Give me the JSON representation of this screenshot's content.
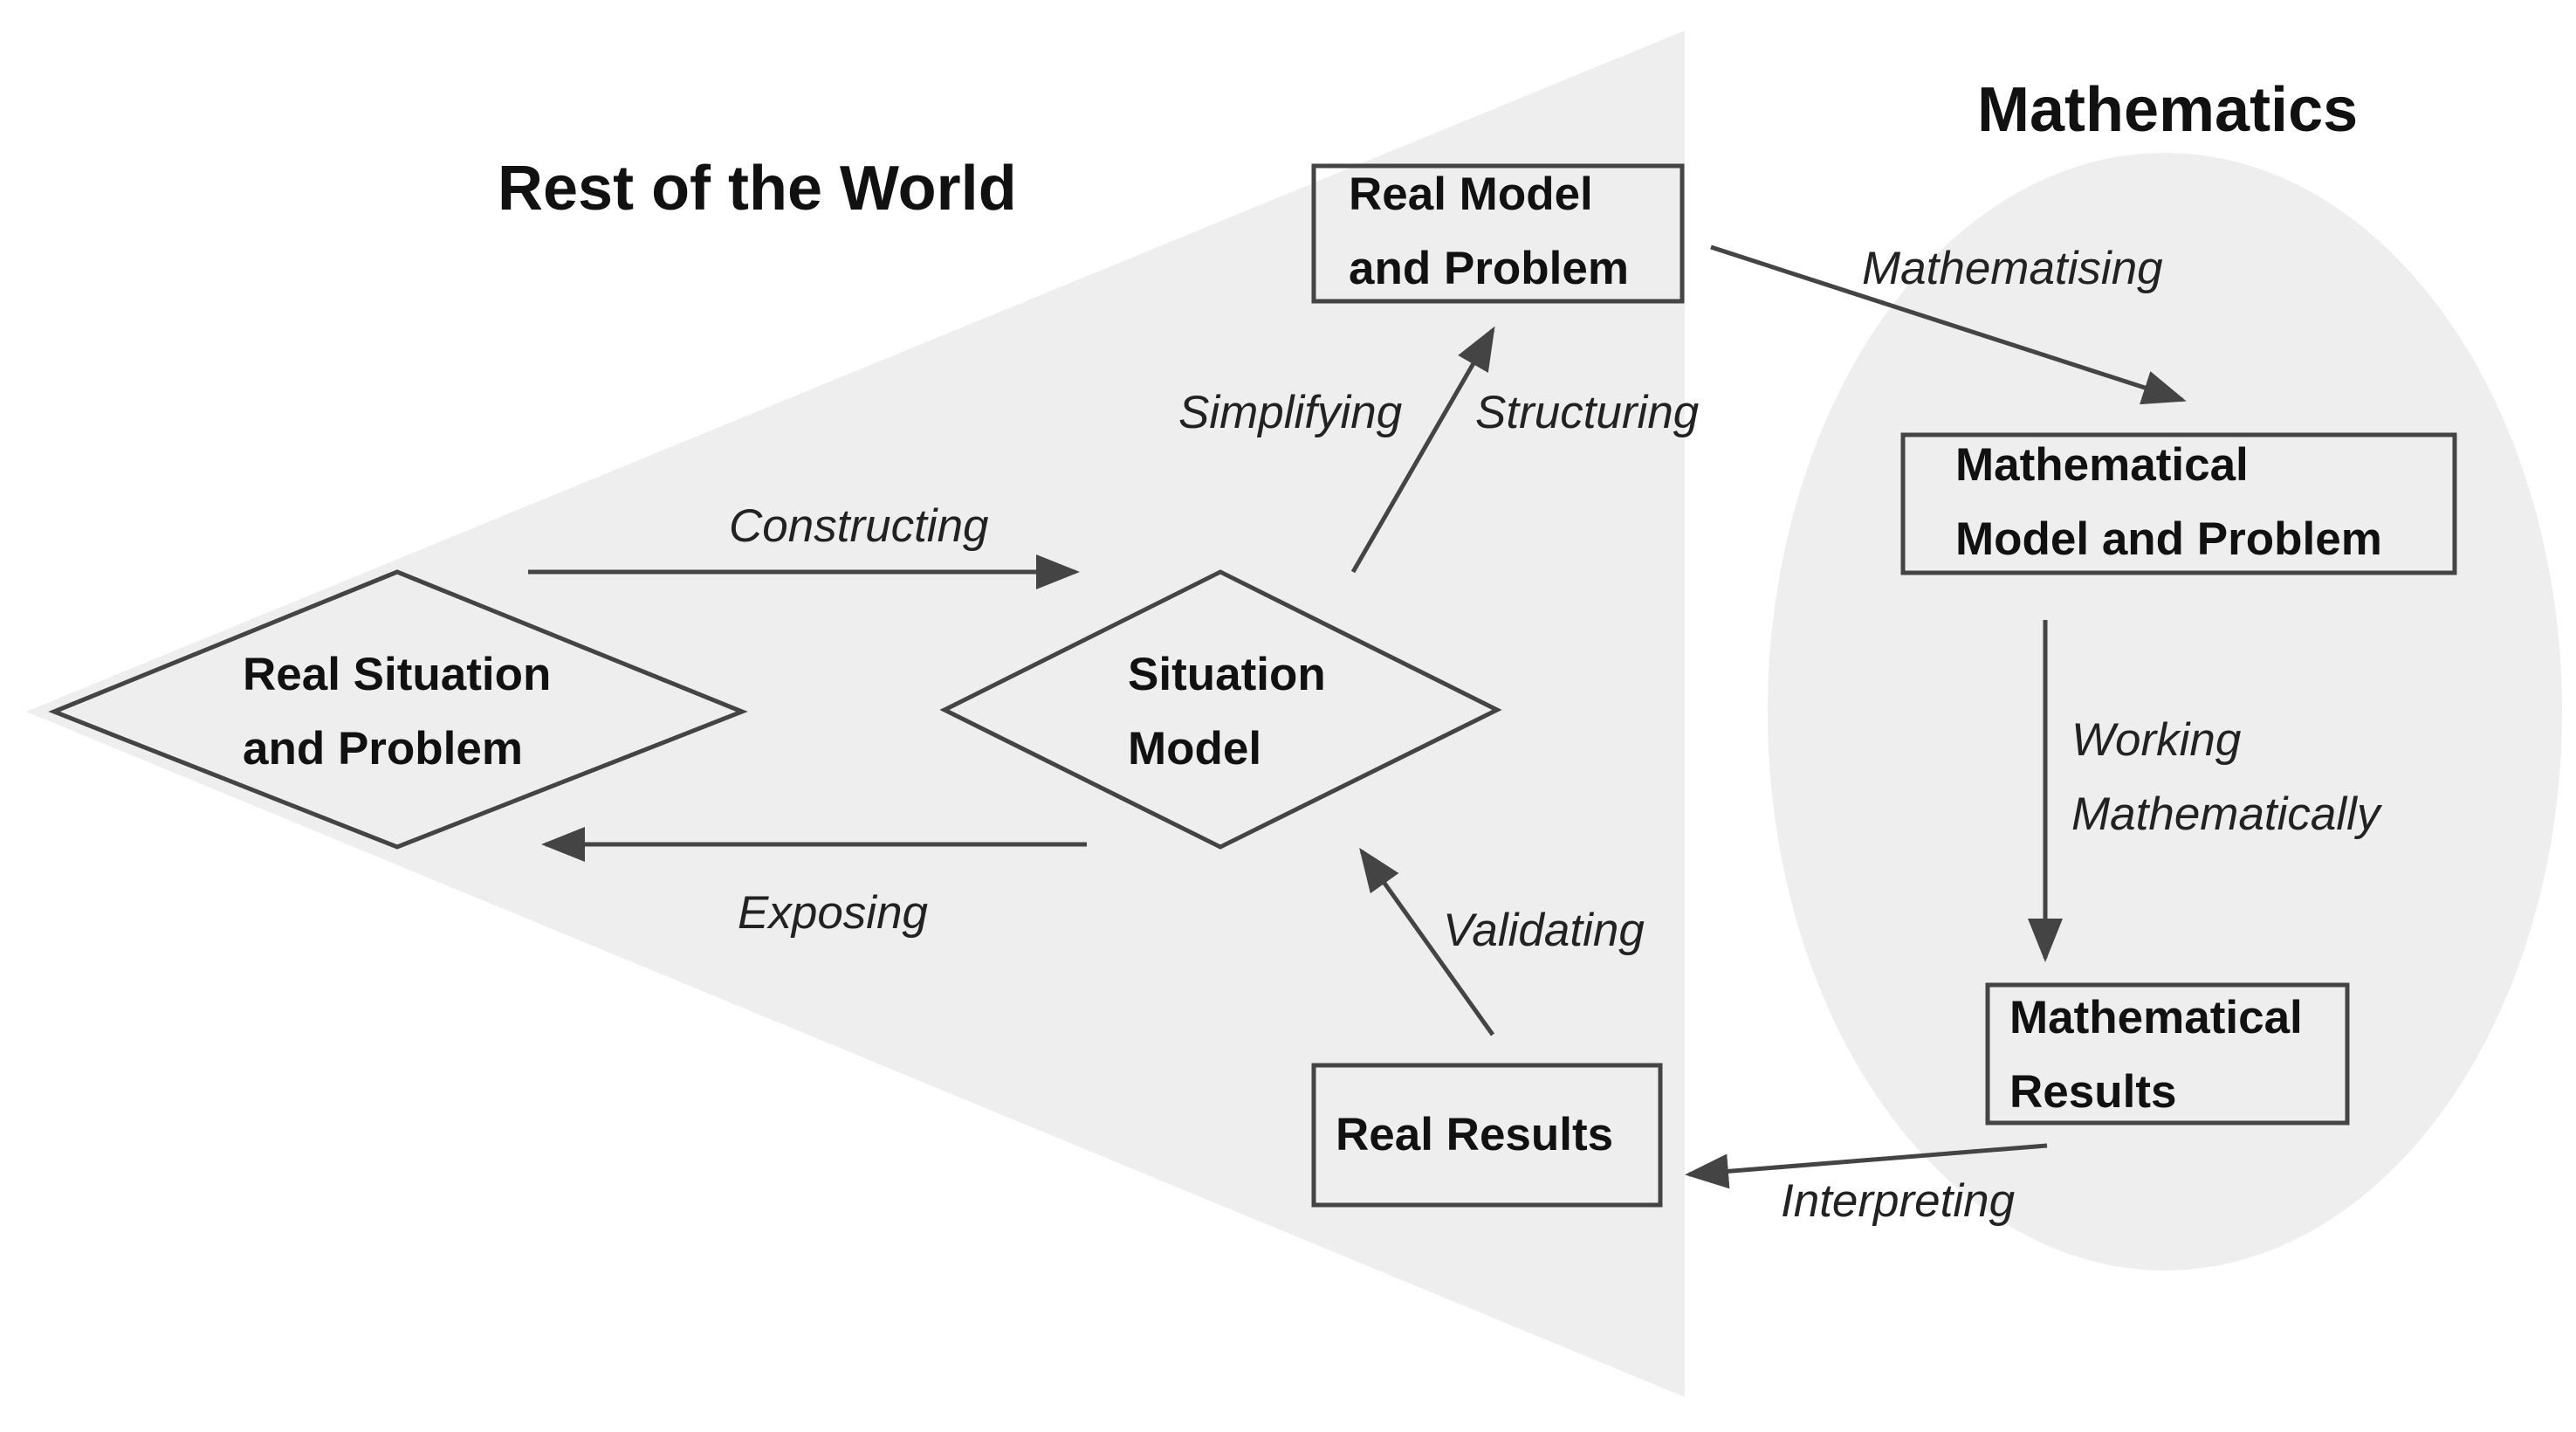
{
  "regions": {
    "world_title": "Rest of the World",
    "math_title": "Mathematics"
  },
  "nodes": {
    "real_situation": [
      "Real Situation",
      "and Problem"
    ],
    "situation_model": [
      "Situation",
      "Model"
    ],
    "real_model": [
      "Real Model",
      "and Problem"
    ],
    "math_model": [
      "Mathematical",
      "Model and Problem"
    ],
    "math_results": [
      "Mathematical",
      "Results"
    ],
    "real_results": [
      "Real Results"
    ]
  },
  "edges": {
    "constructing": "Constructing",
    "exposing": "Exposing",
    "simplifying": "Simplifying",
    "structuring": "Structuring",
    "mathematising": "Mathematising",
    "working": [
      "Working",
      "Mathematically"
    ],
    "interpreting": "Interpreting",
    "validating": "Validating"
  },
  "colors": {
    "world_region": "#eeeeee",
    "math_region": "#eeeeee",
    "stroke": "#444444",
    "text": "#111111"
  }
}
